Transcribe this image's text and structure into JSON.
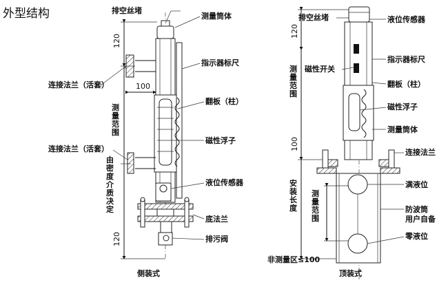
{
  "title": "外型结构",
  "side": {
    "caption": "侧装式",
    "labels": {
      "vent_plug": "排空丝堵",
      "measure_tube": "测量筒体",
      "indicator_scale": "指示器标尺",
      "flap": "翻板（柱）",
      "magnetic_float": "磁性浮子",
      "level_sensor": "液位传感器",
      "bottom_flange": "底法兰",
      "drain_valve": "排污阀",
      "flange_upper": "连接法兰（活套）",
      "flange_lower": "连接法兰（活套）"
    },
    "dims": {
      "top": "120",
      "center": "100",
      "bottom": "120",
      "range": "测量范围",
      "density": "由密度介质决定"
    }
  },
  "top": {
    "caption": "顶装式",
    "labels": {
      "vent_plug": "排空丝堵",
      "level_sensor": "液位传感器",
      "indicator_scale": "指示器标尺",
      "magnetic_switch": "磁性开关",
      "flap": "翻板（柱）",
      "magnetic_float": "磁性浮子",
      "measure_tube": "测量筒体",
      "connect_flange": "连接法兰",
      "full_level": "满液位",
      "wave_tube_1": "防波筒",
      "wave_tube_2": "用户自备",
      "zero_level": "零液位"
    },
    "dims": {
      "top": "120",
      "mid": "100",
      "range": "测量范围",
      "install_length": "安装长度",
      "range2": "测量范围",
      "non_measure": "非测量区≤100"
    }
  }
}
